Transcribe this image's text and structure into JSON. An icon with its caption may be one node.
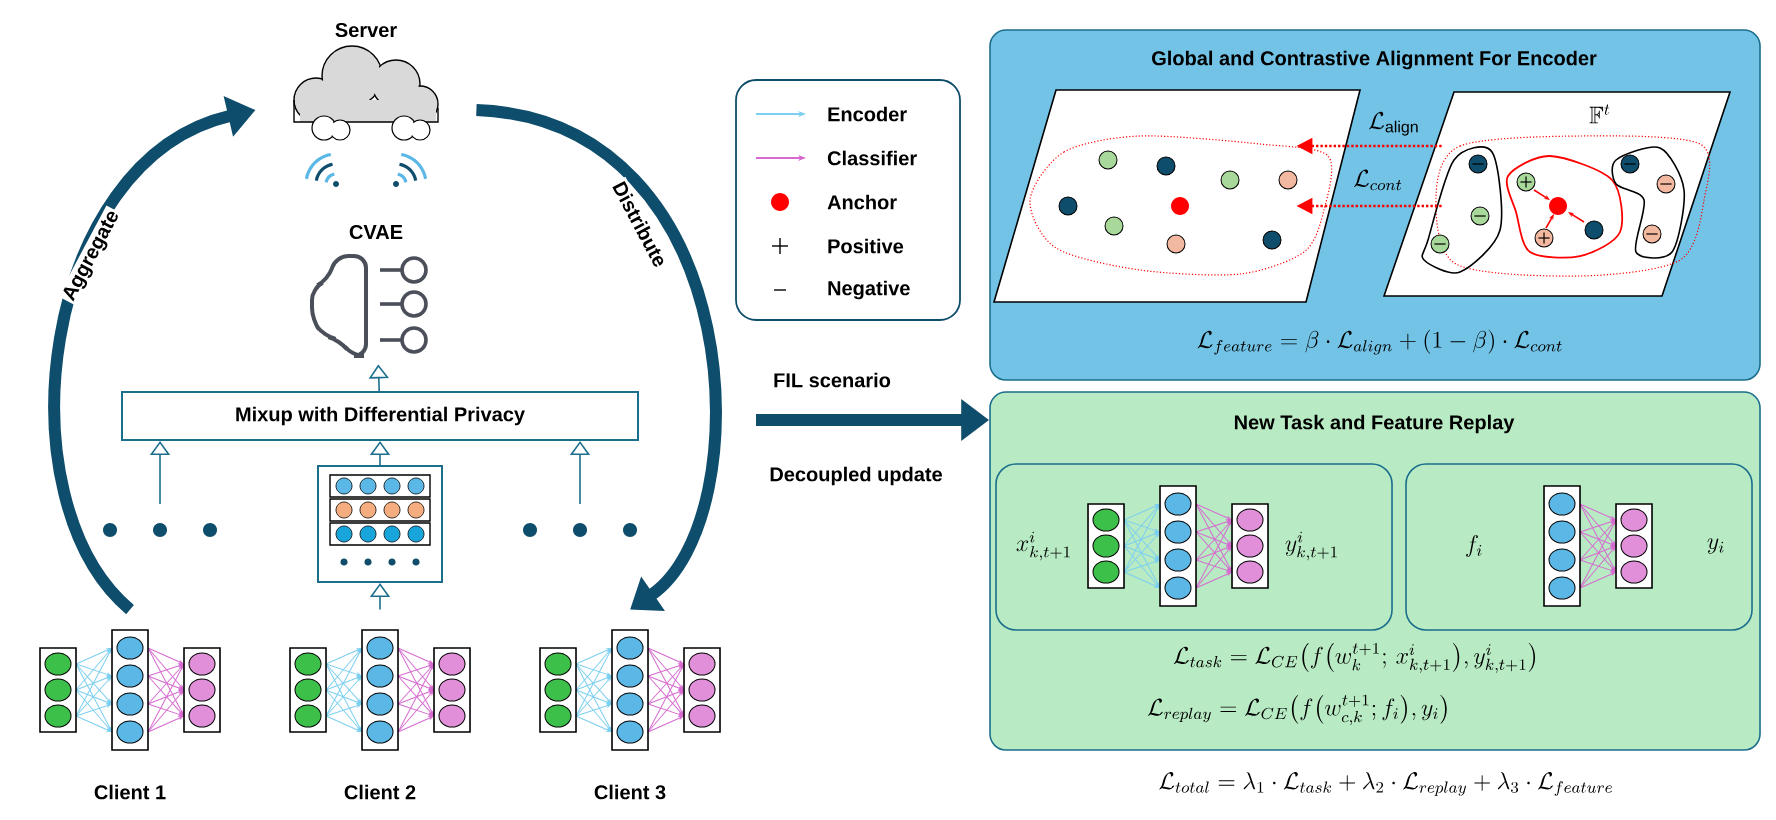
{
  "diagram": {
    "nodes": [
      {
        "text": [
          "Server"
        ]
      },
      {
        "text": [
          "CVAE"
        ]
      },
      {
        "text": [
          "Mixup with Differential Privacy"
        ]
      },
      {
        "text": [],
        "shape": "box"
      },
      {
        "text": [
          "Client 1"
        ]
      },
      {
        "text": [
          "Client 2"
        ]
      },
      {
        "text": [
          "Client 3"
        ]
      },
      {
        "text": [
          "Global and Contrastive Alignment For Encoder",
          "\\mathcal{L}_{feature} = \\beta \\cdot \\mathcal{L}_{align} + (1-\\beta) \\cdot \\mathcal{L}_{cont}"
        ]
      },
      {
        "text": [],
        "shape": "parallelogram",
        "in": 7
      },
      {
        "text": [
          "\\mathbb{F}^{t}"
        ],
        "in": 7
      },
      {
        "text": [
          "New Task and Feature Replay",
          "\\mathcal{L}_{task} = \\mathcal{L}_{CE}\\big(f\\big(w_k^{t+1};\\, x_{k,t+1}^{i}\\big), y_{k,t+1}^{i}\\big)",
          "\\mathcal{L}_{replay} = \\mathcal{L}_{CE}\\big(f\\big(w_{c,k}^{t+1}; f_i\\big), y_i\\big)"
        ]
      },
      {
        "text": [
          "x_{k,t+1}^{i}",
          "y_{k,t+1}^{i}"
        ],
        "in": 10
      },
      {
        "text": [
          "f_i",
          "y_i"
        ],
        "in": 10
      }
    ],
    "edges": [
      {
        "from": 4,
        "to": 0,
        "arrow": "to",
        "label": "Aggregate",
        "style": "thick",
        "color": "#0e4d6b"
      },
      {
        "from": 0,
        "to": 6,
        "arrow": "to",
        "label": "Distribute",
        "style": "thick",
        "color": "#0e4d6b"
      },
      {
        "from": 5,
        "to": 3,
        "arrow": "to"
      },
      {
        "from": 3,
        "to": 2,
        "arrow": "to"
      },
      {
        "from": 2,
        "to": 1,
        "arrow": "to"
      },
      {
        "from": null,
        "to": 2,
        "arrow": "to"
      },
      {
        "from": null,
        "to": 2,
        "arrow": "to"
      },
      {
        "from": 9,
        "to": 8,
        "arrow": "to",
        "label": "\\mathcal{L}_{\\mathrm{align}}",
        "style": "dashed",
        "color": "#ff0000"
      },
      {
        "from": 9,
        "to": 8,
        "arrow": "to",
        "label": "\\mathcal{L}_{cont}",
        "style": "dashed",
        "color": "#ff0000"
      },
      {
        "from": null,
        "to": 10,
        "arrow": "to",
        "label": "FIL scenario",
        "style": "thick",
        "color": "#0e4d6b"
      }
    ],
    "labels": [
      "Decoupled update",
      "\\mathcal{L}_{total} = \\lambda_1 \\cdot \\mathcal{L}_{task} + \\lambda_2 \\cdot \\mathcal{L}_{replay} + \\lambda_3 \\cdot \\mathcal{L}_{feature}"
    ],
    "legend": [
      {
        "text": "Encoder"
      },
      {
        "text": "Classifier"
      },
      {
        "text": "Anchor",
        "color": "#ff0000"
      },
      {
        "text": "Positive"
      },
      {
        "text": "Negative"
      }
    ]
  }
}
